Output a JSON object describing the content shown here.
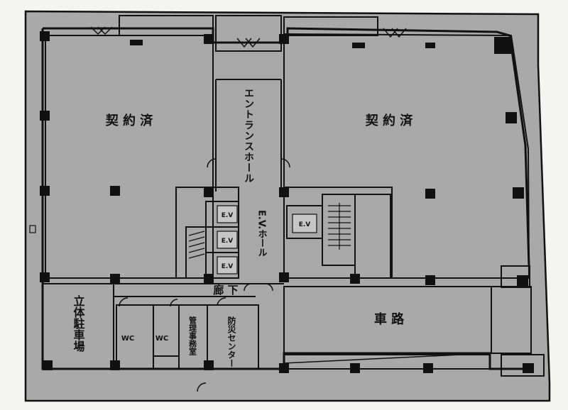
{
  "plan": {
    "rooms": {
      "left_contracted": "契 約 済",
      "right_contracted": "契 約 済",
      "entrance_hall": "エントランスホール",
      "ev_hall": "E.V.ホール",
      "corridor": "廊 下",
      "parking": "立体駐車場",
      "wc_left": "WC",
      "wc_right": "WC",
      "management_office": "管理事務室",
      "disaster_center": "防災センター",
      "driveway": "車 路"
    },
    "elevators": [
      "E.V",
      "E.V",
      "E.V"
    ],
    "service_elevator": "E.V"
  },
  "colors": {
    "floor": "#a9a9a9",
    "wall": "#111111",
    "paper": "#f4f4f2"
  }
}
